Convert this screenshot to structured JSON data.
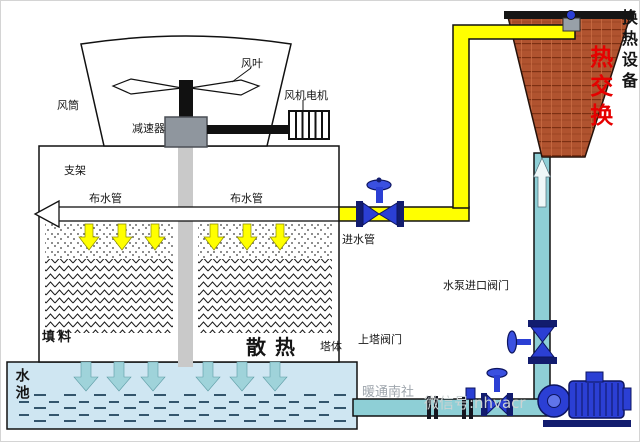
{
  "diagram": {
    "labels": {
      "equip": "换热设备",
      "hx": "热交换",
      "fan_blade": "风叶",
      "fan_duct": "风筒",
      "fan_motor": "风机电机",
      "reducer": "减速器",
      "support": "支架",
      "dist_pipe": "布水管",
      "inlet_pipe": "进水管",
      "pump_inlet_valve": "水泵进口阀门",
      "tower_valve": "上塔阀门",
      "filler": "填料",
      "heat_dissipation": "散热",
      "tower_body": "塔体",
      "pool": "水池",
      "watermark_site": "暖通南社",
      "watermark_wechat": "微信号:nhvacr"
    },
    "colors": {
      "hot_pipe_yellow": "#ffff00",
      "cold_pipe_cyan": "#8ecfd6",
      "exchanger_brick": "#b0532f",
      "equipment_blue": "#2b3fd4",
      "flange_navy": "#121c6e",
      "pool_blue": "#cfe6f2",
      "hx_text_red": "#e60000",
      "arrow_cyan": "#9fd3da",
      "shaft_gray": "#c9c9c9"
    }
  }
}
